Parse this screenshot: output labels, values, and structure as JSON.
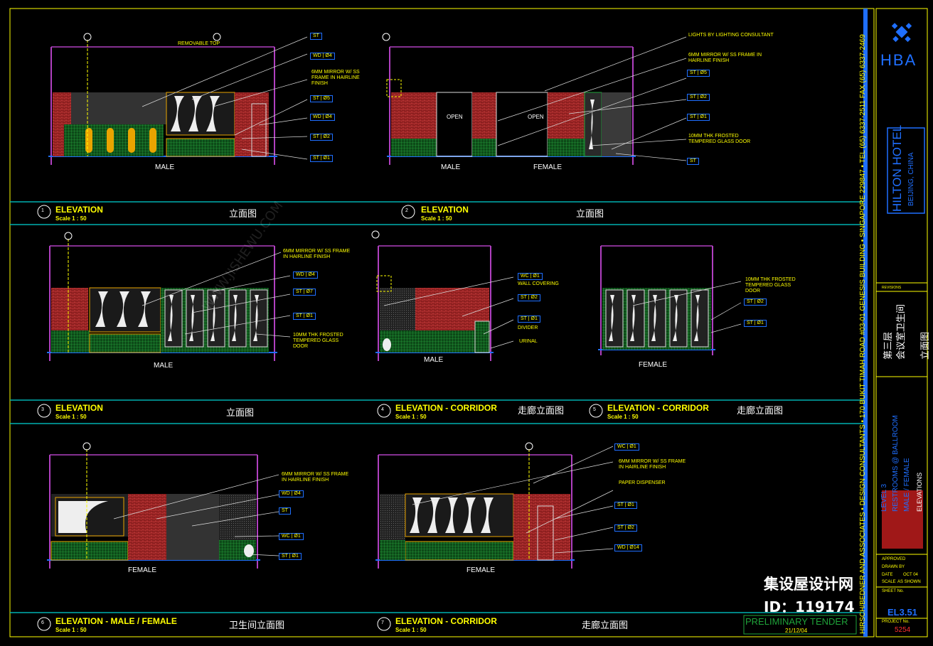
{
  "sheet": {
    "panels": [
      {
        "num": "1",
        "title": "ELEVATION",
        "scale": "Scale 1 : 50",
        "cn": "立面图"
      },
      {
        "num": "2",
        "title": "ELEVATION",
        "scale": "Scale 1 : 50",
        "cn": "立面图"
      },
      {
        "num": "3",
        "title": "ELEVATION",
        "scale": "Scale 1 : 50",
        "cn": "立面图"
      },
      {
        "num": "4",
        "title": "ELEVATION - CORRIDOR",
        "scale": "Scale 1 : 50",
        "cn": "走廊立面图"
      },
      {
        "num": "5",
        "title": "ELEVATION - CORRIDOR",
        "scale": "Scale 1 : 50",
        "cn": "走廊立面图"
      },
      {
        "num": "6",
        "title": "ELEVATION - MALE / FEMALE",
        "scale": "Scale 1 : 50",
        "cn": "卫生间立面图"
      },
      {
        "num": "7",
        "title": "ELEVATION - CORRIDOR",
        "scale": "Scale 1 : 50",
        "cn": "走廊立面图"
      }
    ],
    "room_labels": {
      "p1_male": "MALE",
      "p2_male": "MALE",
      "p2_female": "FEMALE",
      "p3_male": "MALE",
      "p4_male": "MALE",
      "p5_female": "FEMALE",
      "p6_female": "FEMALE",
      "p7_female": "FEMALE",
      "open": "OPEN"
    },
    "notes": {
      "mirror": "6MM MIRROR W/ SS FRAME IN HAIRLINE FINISH",
      "frosted": "10MM THK FROSTED TEMPERED GLASS DOOR",
      "lights": "LIGHTS BY LIGHTING CONSULTANT",
      "paper": "PAPER DISPENSER",
      "urinal": "URINAL",
      "removable": "REMOVABLE TOP",
      "wallcovering": "WALL COVERING",
      "divider": "DIVIDER"
    },
    "tags": {
      "st01": "ST | Ø1",
      "st02": "ST | Ø2",
      "st05": "ST | Ø5",
      "st07": "ST | Ø7",
      "wd04": "WD | Ø4",
      "wc01": "WC | Ø1",
      "st": "ST",
      "wd014": "WD | Ø14"
    }
  },
  "title_block": {
    "logo": "HBA",
    "project": "HILTON HOTEL",
    "location": "BEIJING, CHINA",
    "cn_title_1": "第三层",
    "cn_title_2": "会议室卫生间",
    "cn_title_3": "立面图",
    "firm_line": "HIRSCH/BEDNER AND ASSOCIATES • DESIGN CONSULTANTS • 170 BUKIT TIMAH ROAD #03-01 GENESIS BUILDING • SINGAPORE 229847 • TEL (65) 6337-2511 FAX (65) 6337-2469",
    "drawing_title_1": "LEVEL 3",
    "drawing_title_2": "RESTROOMS @ BALLROOM",
    "drawing_title_3": "MALE / FEMALE",
    "drawing_title_4": "ELEVATIONS",
    "revisions": "REVISIONS",
    "approved": "APPROVED",
    "drawn_by": "DRAWN BY",
    "date": "DATE",
    "date_val": "OCT 04",
    "scale": "SCALE",
    "scale_val": "AS SHOWN",
    "sheet_no": "SHEET No.",
    "sheet_val": "EL3.51",
    "project_no": "PROJECT No.",
    "project_val": "5254",
    "status": "PRELIMINARY TENDER",
    "status_date": "21/12/04"
  },
  "watermark": {
    "site": "集设屋设计网",
    "id": "ID：119174",
    "url": "WWW.JISHEWU.COM"
  },
  "colors": {
    "frame": "#ffff00",
    "divider": "#00b0b0",
    "blue": "#1f6fff",
    "red": "#c83232",
    "green": "#1fa33a",
    "magenta": "#b040c0"
  }
}
